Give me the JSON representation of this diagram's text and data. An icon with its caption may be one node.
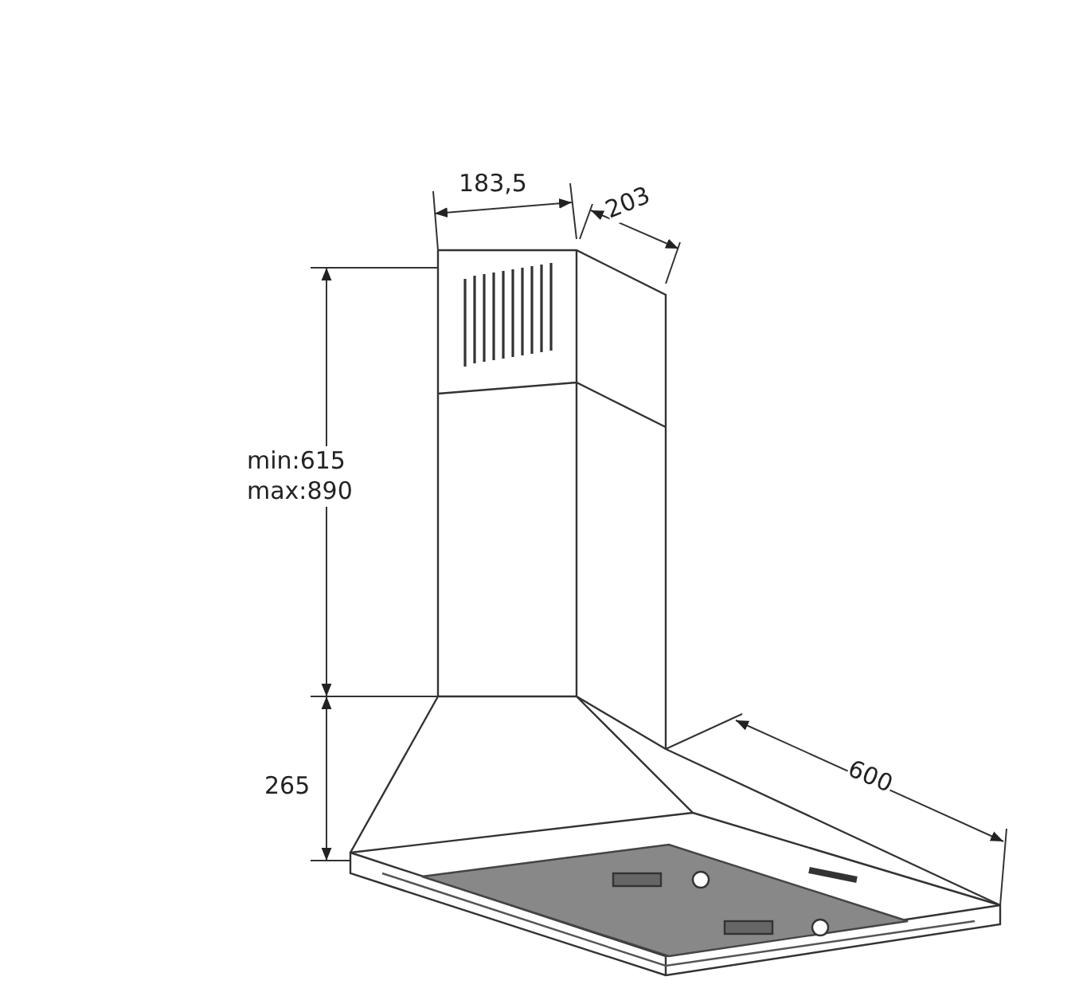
{
  "diagram": {
    "labels": [
      "183,5",
      "203",
      "min:615 max:890",
      "265",
      "600"
    ]
  }
}
